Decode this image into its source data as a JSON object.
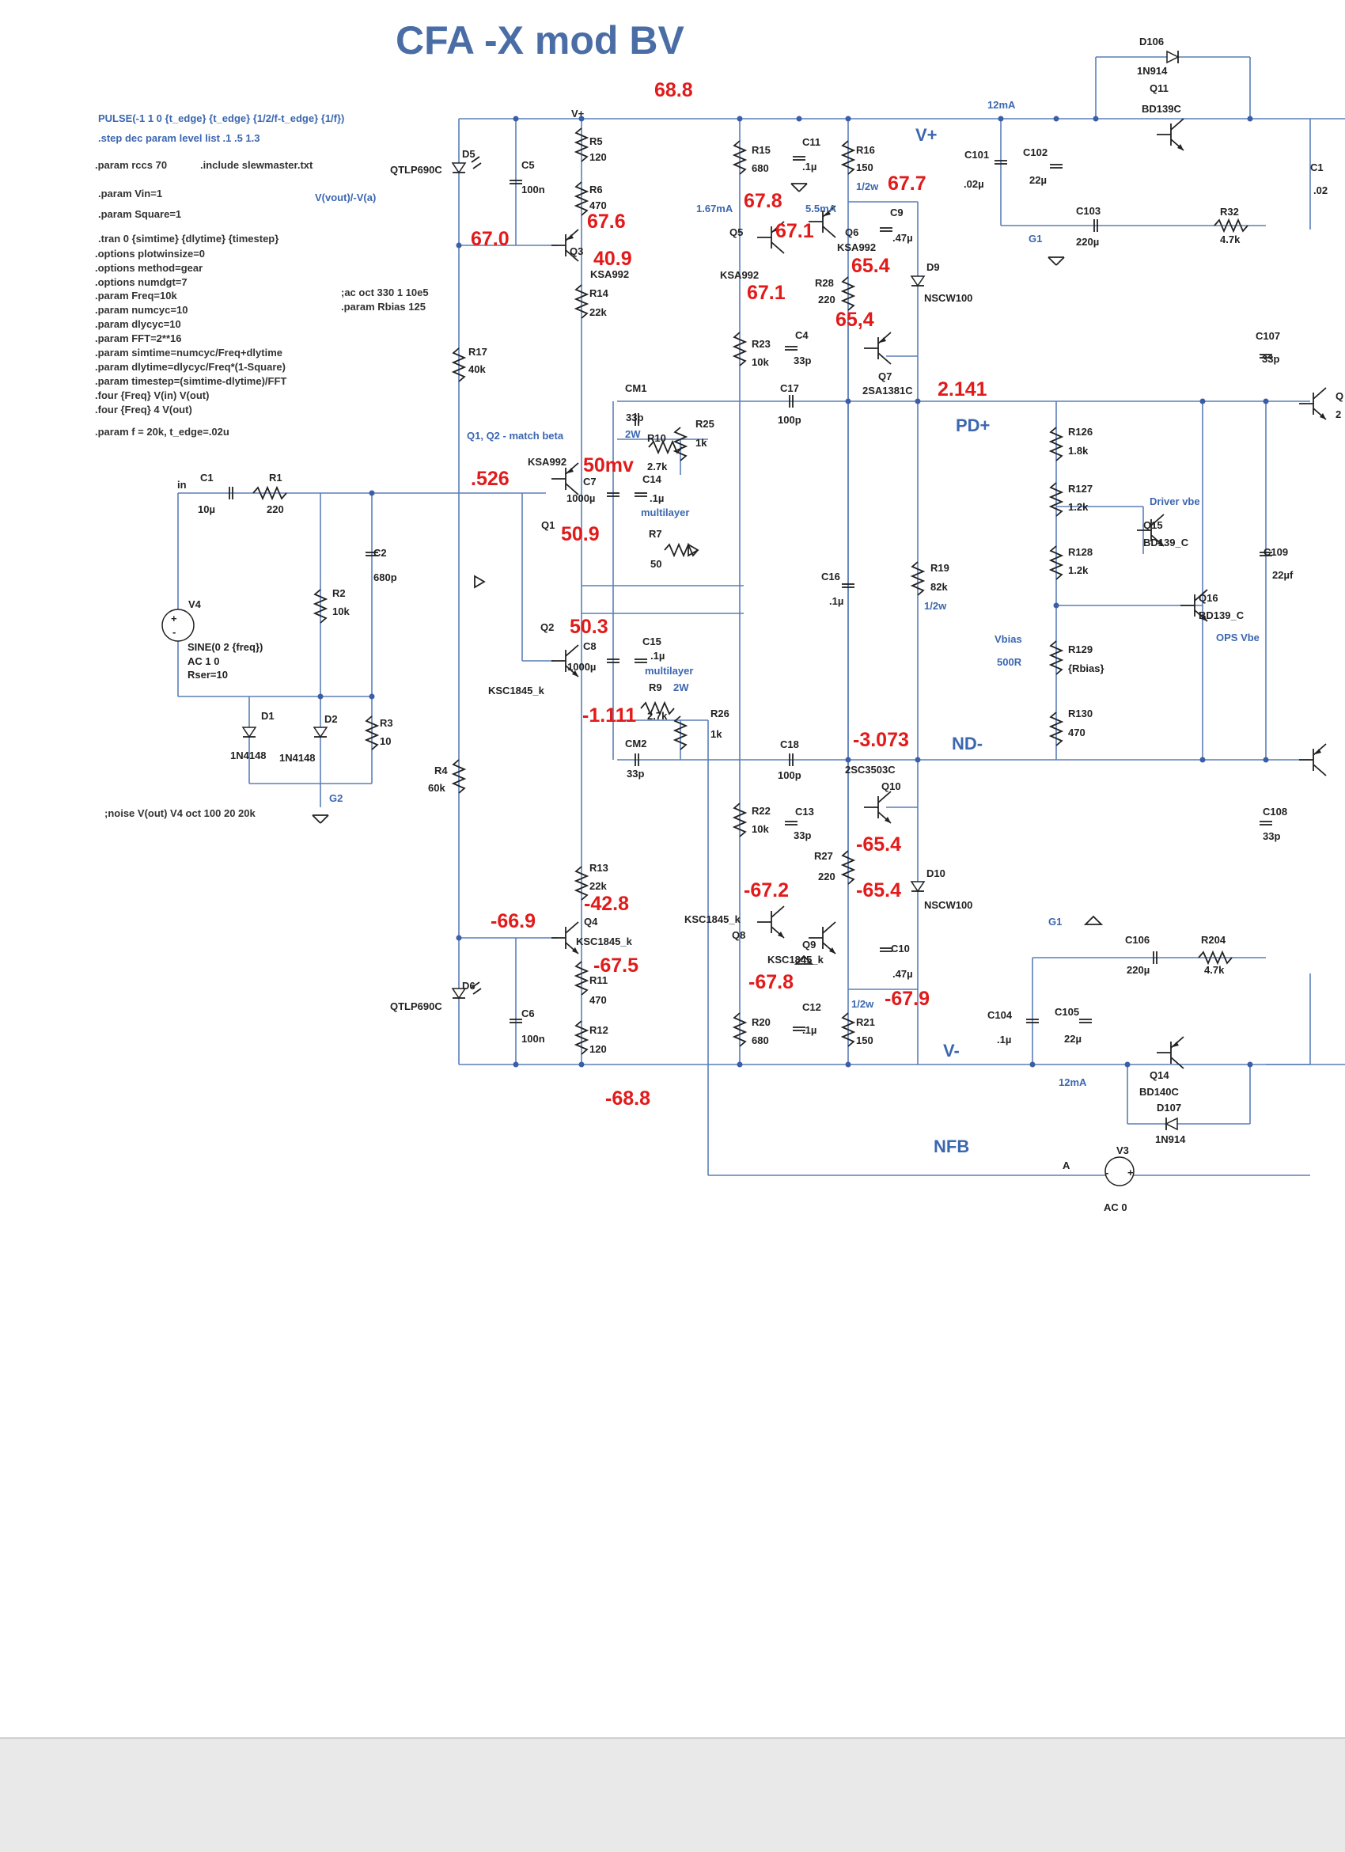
{
  "title": "CFA -X mod BV",
  "directives": [
    "PULSE(-1 1 0 {t_edge} {t_edge} {1/2/f-t_edge} {1/f})",
    ".step dec param level list .1 .5 1.3",
    ".param rccs 70",
    ".include slewmaster.txt",
    ".param Vin=1",
    ".param Square=1",
    ".tran 0 {simtime} {dlytime} {timestep}",
    ".options plotwinsize=0",
    ".options method=gear",
    ".options numdgt=7",
    ".param Freq=10k",
    ".param numcyc=10",
    ".param dlycyc=10",
    ".param FFT=2**16",
    ".param simtime=numcyc/Freq+dlytime",
    ".param dlytime=dlycyc/Freq*(1-Square)",
    ".param timestep=(simtime-dlytime)/FFT",
    ".four {Freq} V(in) V(out)",
    ".four {Freq} 4 V(out)",
    ".param f = 20k, t_edge=.02u",
    "V(vout)/-V(a)",
    ";ac oct 330 1 10e5",
    ".param Rbias 125",
    ";noise V(out) V4 oct 100 20 20k",
    "Q1, Q2 - match beta"
  ],
  "nets": {
    "vplus": "V+",
    "vplus_top": "V+",
    "vminus": "V-",
    "pd": "PD+",
    "nd": "ND-",
    "nfb": "NFB",
    "in": "in",
    "a": "A",
    "g1a": "G1",
    "g1b": "G1",
    "g2": "G2",
    "vbias": "Vbias",
    "vbias_r": "500R",
    "driver_vbe": "Driver vbe",
    "ops_vbe": "OPS Vbe"
  },
  "currents": {
    "i_top": "12mA",
    "i_bot": "12mA",
    "i_q5": "1.67mA",
    "i_q6": "5.5mA"
  },
  "voltages": {
    "v_top": "68.8",
    "v_bot": "-68.8",
    "v_q3_base": "67.0",
    "v_q3_emit": "67.6",
    "v_q3_coll": "40.9",
    "v_q5_base": "67.8",
    "v_q5_emit": "67.1",
    "v_r23": "67.1",
    "v_q6_emit": "67.7",
    "v_q6_coll": "65.4",
    "v_q7_base": "65,4",
    "v_pd": "2.141",
    "v_in": ".526",
    "v_q1_emit": "50mv",
    "v_q1_coll": "50.9",
    "v_q2_coll": "50.3",
    "v_q2_emit": "-1.111",
    "v_nd": "-3.073",
    "v_q10_base": "-65.4",
    "v_q10_emit": "-65.4",
    "v_q8_base": "-67.2",
    "v_q8_emit": "-67.8",
    "v_q9_emit": "-67.9",
    "v_q4_base": "-66.9",
    "v_q4_coll": "-42.8",
    "v_q4_emit": "-67.5"
  },
  "components": {
    "r5": [
      "R5",
      "120"
    ],
    "r6": [
      "R6",
      "470"
    ],
    "r14": [
      "R14",
      "22k"
    ],
    "r17": [
      "R17",
      "40k"
    ],
    "r4": [
      "R4",
      "60k"
    ],
    "r13": [
      "R13",
      "22k"
    ],
    "r11": [
      "R11",
      "470"
    ],
    "r12": [
      "R12",
      "120"
    ],
    "r1": [
      "R1",
      "220"
    ],
    "r2": [
      "R2",
      "10k"
    ],
    "r3": [
      "R3",
      "10"
    ],
    "r15": [
      "R15",
      "680"
    ],
    "r16": [
      "R16",
      "150"
    ],
    "r16w": "1/2w",
    "r23": [
      "R23",
      "10k"
    ],
    "r28": [
      "R28",
      "220"
    ],
    "r10": [
      "R10",
      "2.7k"
    ],
    "r10w": "2W",
    "r25": [
      "R25",
      "1k"
    ],
    "r7": [
      "R7",
      "50"
    ],
    "r9": [
      "R9",
      "2.7k"
    ],
    "r9w": "2W",
    "r26": [
      "R26",
      "1k"
    ],
    "r19": [
      "R19",
      "82k"
    ],
    "r19w": "1/2w",
    "r22": [
      "R22",
      "10k"
    ],
    "r27": [
      "R27",
      "220"
    ],
    "r20": [
      "R20",
      "680"
    ],
    "r21": [
      "R21",
      "150"
    ],
    "r21w": "1/2w",
    "r126": [
      "R126",
      "1.8k"
    ],
    "r127": [
      "R127",
      "1.2k"
    ],
    "r128": [
      "R128",
      "1.2k"
    ],
    "r129": [
      "R129",
      "{Rbias}"
    ],
    "r130": [
      "R130",
      "470"
    ],
    "r32": [
      "R32",
      "4.7k"
    ],
    "r204": [
      "R204",
      "4.7k"
    ],
    "c1": [
      "C1",
      "10µ"
    ],
    "c2": [
      "C2",
      "680p"
    ],
    "c5": [
      "C5",
      "100n"
    ],
    "c6": [
      "C6",
      "100n"
    ],
    "c11": [
      "C11",
      ".1µ"
    ],
    "c9": [
      "C9",
      ".47µ"
    ],
    "c4": [
      "C4",
      "33p"
    ],
    "c17": [
      "C17",
      "100p"
    ],
    "cm1": [
      "CM1",
      "33p"
    ],
    "cm2": [
      "CM2",
      "33p"
    ],
    "c7": [
      "C7",
      "1000µ"
    ],
    "c14": [
      "C14",
      ".1µ"
    ],
    "c14n": "multilayer",
    "c8": [
      "C8",
      "1000µ"
    ],
    "c15": [
      "C15",
      ".1µ"
    ],
    "c15n": "multilayer",
    "c16": [
      "C16",
      ".1µ"
    ],
    "c18": [
      "C18",
      "100p"
    ],
    "c13": [
      "C13",
      "33p"
    ],
    "c10": [
      "C10",
      ".47µ"
    ],
    "c12": [
      "C12",
      ".1µ"
    ],
    "c101": [
      "C101",
      ".02µ"
    ],
    "c102": [
      "C102",
      "22µ"
    ],
    "c103": [
      "C103",
      "220µ"
    ],
    "c104": [
      "C104",
      ".1µ"
    ],
    "c105": [
      "C105",
      "22µ"
    ],
    "c106": [
      "C106",
      "220µ"
    ],
    "c107": [
      "C107",
      "33p"
    ],
    "c108": [
      "C108",
      "33p"
    ],
    "c109": [
      "C109",
      "22µf"
    ],
    "c1top": "C1",
    "c1val": ".02",
    "q1": [
      "Q1",
      "KSA992"
    ],
    "q2": [
      "Q2",
      "KSC1845_k"
    ],
    "q3": [
      "Q3",
      "KSA992"
    ],
    "q4": [
      "Q4",
      "KSC1845_k"
    ],
    "q5": [
      "Q5",
      "KSA992"
    ],
    "q6": [
      "Q6",
      "KSA992"
    ],
    "q7": [
      "Q7",
      "2SA1381C"
    ],
    "q8": [
      "Q8",
      "KSC1845_k"
    ],
    "q9": [
      "Q9",
      "KSC1845_k"
    ],
    "q10": [
      "Q10",
      "2SC3503C"
    ],
    "q11": [
      "Q11",
      "BD139C"
    ],
    "q14": [
      "Q14",
      "BD140C"
    ],
    "q15": [
      "Q15",
      "BD139_C"
    ],
    "q16": [
      "Q16",
      "BD139_C"
    ],
    "d1": [
      "D1",
      "1N4148"
    ],
    "d2": [
      "D2",
      "1N4148"
    ],
    "d5": [
      "D5",
      "QTLP690C"
    ],
    "d6": [
      "D6",
      "QTLP690C"
    ],
    "d9": [
      "D9",
      "NSCW100"
    ],
    "d10": [
      "D10",
      "NSCW100"
    ],
    "d106": [
      "D106",
      "1N914"
    ],
    "d107": [
      "D107",
      "1N914"
    ],
    "v4": [
      "V4",
      "SINE(0 2 {freq})",
      "AC 1 0",
      "Rser=10"
    ],
    "v3": [
      "V3",
      "AC 0"
    ],
    "qright_a": "Q",
    "qright_b": "2"
  }
}
